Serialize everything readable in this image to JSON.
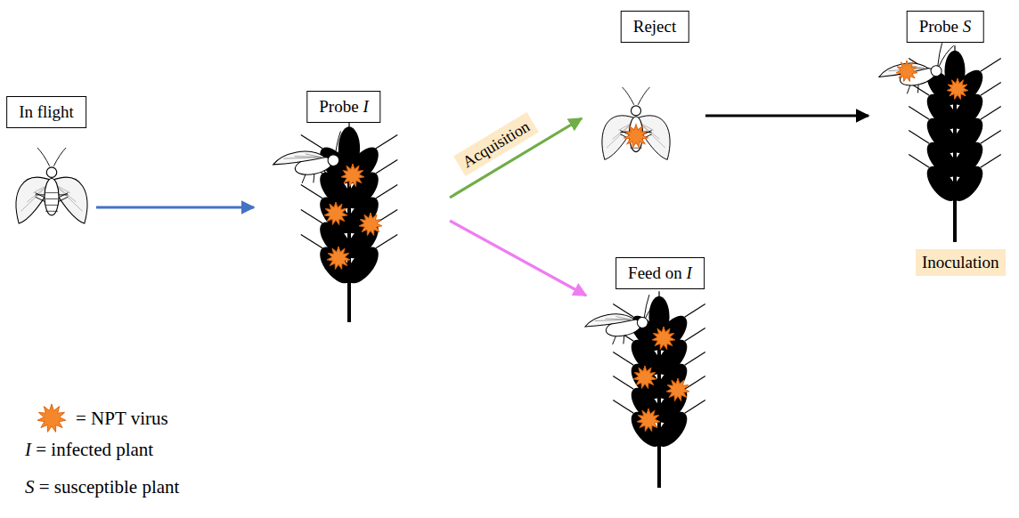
{
  "diagram": {
    "nodes": [
      {
        "text": [
          "In flight"
        ]
      },
      {
        "text": [
          "Probe I"
        ]
      },
      {
        "text": [
          "Reject"
        ]
      },
      {
        "text": [
          "Probe S"
        ]
      },
      {
        "text": [
          "Inoculation"
        ]
      },
      {
        "text": [
          "Feed on I"
        ]
      }
    ],
    "edges": [
      {
        "from": 0,
        "to": 1,
        "arrow": "to"
      },
      {
        "from": 1,
        "to": 2,
        "label": "Acquisition",
        "arrow": "to"
      },
      {
        "from": 1,
        "to": 5,
        "arrow": "to"
      },
      {
        "from": 2,
        "to": 3,
        "arrow": "to"
      }
    ],
    "legend": [
      {
        "text": "= NPT virus"
      },
      {
        "text": "I = infected plant"
      },
      {
        "text": "S = susceptible plant"
      }
    ]
  }
}
